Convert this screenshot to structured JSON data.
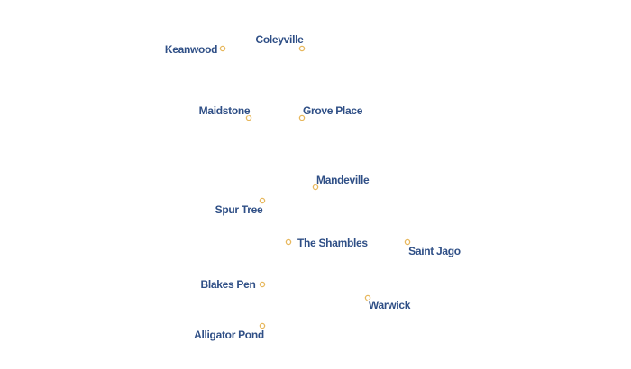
{
  "map": {
    "colors": {
      "label_fill": "#2f4f86",
      "label_halo": "#ffffff",
      "marker_stroke": "#e7b75c",
      "marker_fill": "#ffffff",
      "background": "#ffffff"
    },
    "places": [
      {
        "id": "keanwood",
        "name": "Keanwood"
      },
      {
        "id": "coleyville",
        "name": "Coleyville"
      },
      {
        "id": "maidstone",
        "name": "Maidstone"
      },
      {
        "id": "grove-place",
        "name": "Grove Place"
      },
      {
        "id": "mandeville",
        "name": "Mandeville"
      },
      {
        "id": "spur-tree",
        "name": "Spur Tree"
      },
      {
        "id": "the-shambles",
        "name": "The Shambles"
      },
      {
        "id": "saint-jago",
        "name": "Saint Jago"
      },
      {
        "id": "blakes-pen",
        "name": "Blakes Pen"
      },
      {
        "id": "warwick",
        "name": "Warwick"
      },
      {
        "id": "alligator-pond",
        "name": "Alligator Pond"
      }
    ]
  }
}
